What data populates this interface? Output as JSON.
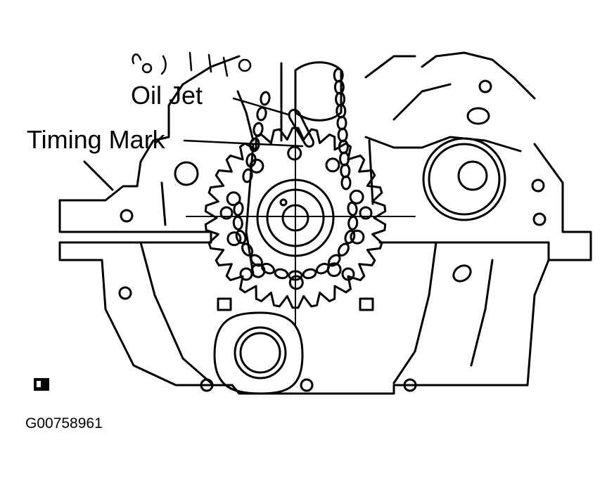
{
  "labels": {
    "oil_jet": "Oil Jet",
    "timing_mark": "Timing Mark"
  },
  "figure_code": "G00758961",
  "colors": {
    "ink": "#000000",
    "paper": "#ffffff"
  }
}
